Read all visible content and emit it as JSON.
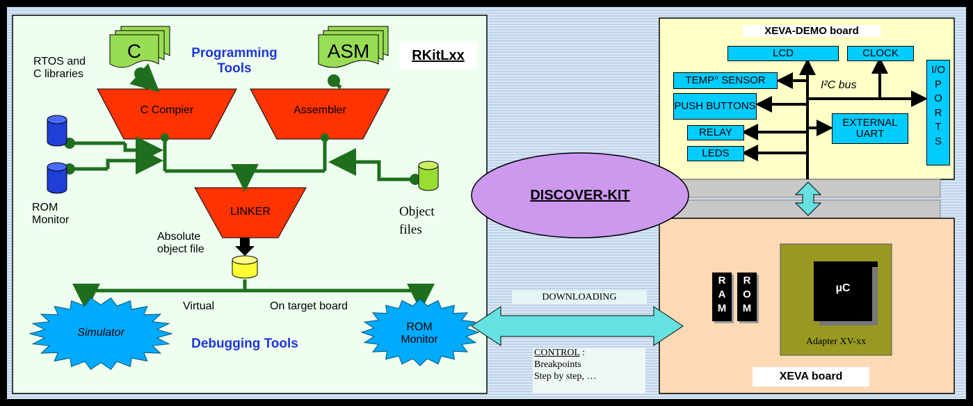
{
  "prog": {
    "c_doc": "C",
    "asm_doc": "ASM",
    "title": "Programming Tools",
    "rkit": "RKitLxx",
    "rtos": "RTOS and C libraries",
    "c_compiler": "C Compier",
    "assembler": "Assembler",
    "rom_monitor_db": "ROM Monitor",
    "linker": "LINKER",
    "object_files": "Object files",
    "absolute_obj": "Absolute object file",
    "virtual": "Virtual",
    "on_target": "On target board",
    "simulator": "Simulator",
    "rom_monitor": "ROM Monitor",
    "debugging": "Debugging Tools"
  },
  "center": {
    "discover": "DISCOVER-KIT",
    "downloading": "DOWNLOADING",
    "control": "CONTROL",
    "control_sep": " :",
    "breakpoints": "Breakpoints",
    "step": "Step by step, …"
  },
  "demo": {
    "title": "XEVA-DEMO board",
    "lcd": "LCD",
    "clock": "CLOCK",
    "temp": "TEMP° SENSOR",
    "i2c": "I²C bus",
    "push": "PUSH BUTTONS",
    "relay": "RELAY",
    "uart": "EXTERNAL UART",
    "leds": "LEDS",
    "io_ports": [
      "I/O",
      "P",
      "O",
      "R",
      "T",
      "S"
    ]
  },
  "xeva": {
    "ram": [
      "R",
      "A",
      "M"
    ],
    "rom": [
      "R",
      "O",
      "M"
    ],
    "uc": "µC",
    "adapter": "Adapter XV-xx",
    "title": "XEVA board"
  },
  "colors": {
    "frame": "#000000",
    "background_stripe": "#c8dcf0",
    "prog_panel": "#eefff0",
    "demo_board": "#ffffc8",
    "xeva_board": "#fdd9b5",
    "device_box": "#00ccff",
    "funnel": "#ff3300",
    "bus_green": "#1e6e1e",
    "discover_ellipse": "#cc99ee",
    "arrow": "#66e0e0",
    "adapter": "#999922"
  }
}
